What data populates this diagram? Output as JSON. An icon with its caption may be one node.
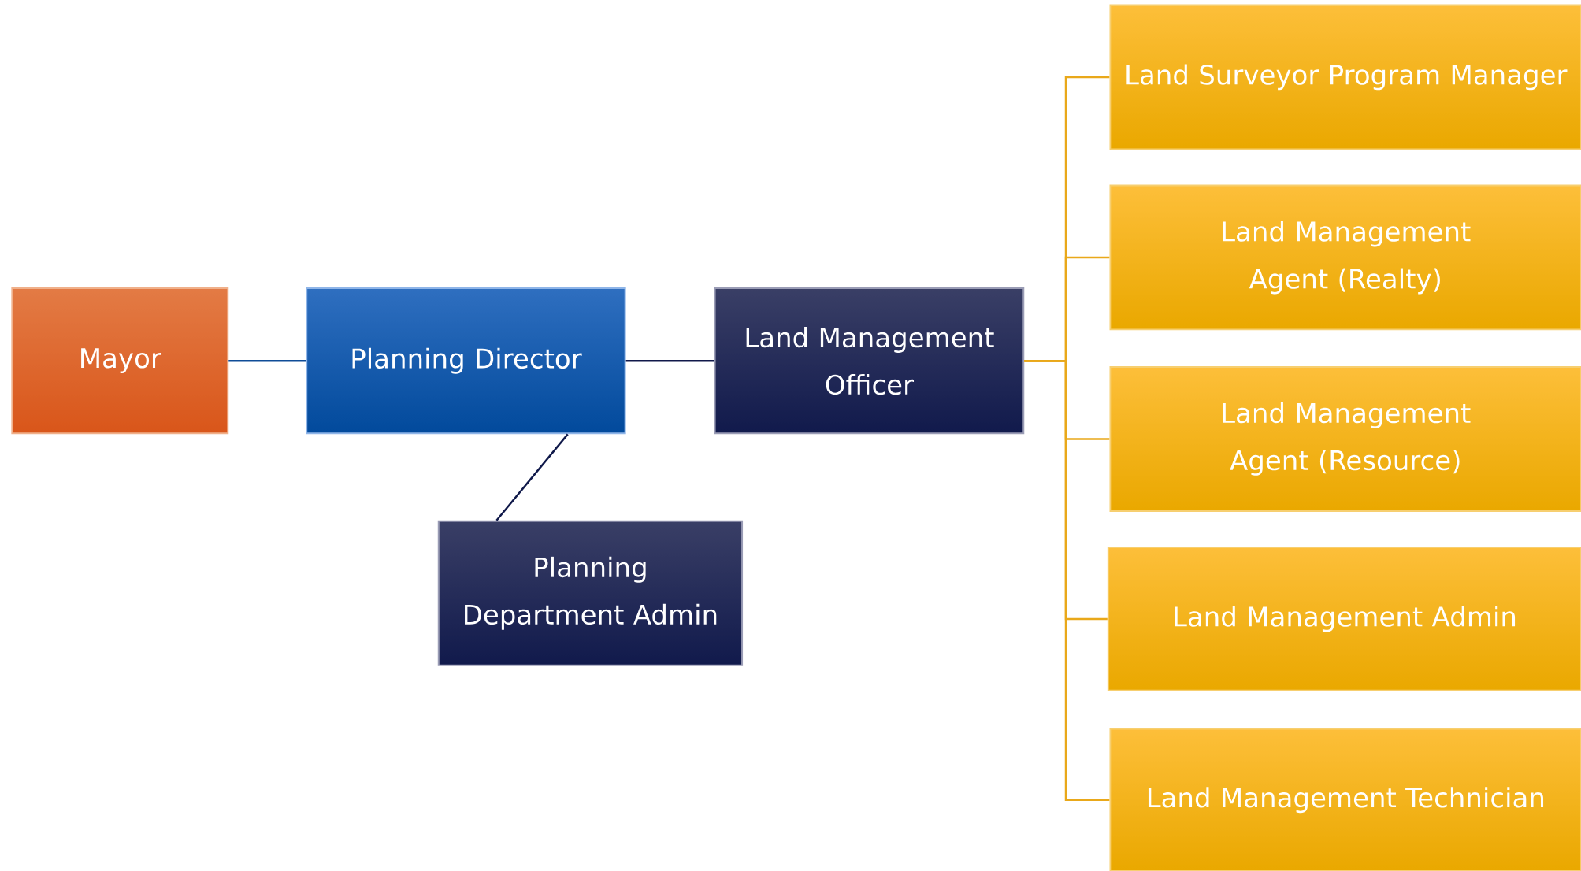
{
  "diagram": {
    "nodes": [
      {
        "text": [
          "Mayor"
        ]
      },
      {
        "text": [
          "Planning Director"
        ]
      },
      {
        "text": [
          "Land Management Officer"
        ]
      },
      {
        "text": [
          "Planning Department Admin"
        ]
      },
      {
        "text": [
          "Land Surveyor Program Manager"
        ]
      },
      {
        "text": [
          "Land Management Agent (Realty)"
        ]
      },
      {
        "text": [
          "Land Management Agent (Resource)"
        ]
      },
      {
        "text": [
          "Land Management Admin"
        ]
      },
      {
        "text": [
          "Land Management Technician"
        ]
      }
    ],
    "edges": [
      {
        "from": 0,
        "to": 1,
        "arrow": "none",
        "color": "#0f4c97"
      },
      {
        "from": 1,
        "to": 2,
        "arrow": "none",
        "color": "#10194a"
      },
      {
        "from": 1,
        "to": 3,
        "arrow": "none",
        "color": "#10194a"
      },
      {
        "from": 2,
        "to": 4,
        "arrow": "none"
      },
      {
        "from": 2,
        "to": 5,
        "arrow": "none"
      },
      {
        "from": 2,
        "to": 6,
        "arrow": "none"
      },
      {
        "from": 2,
        "to": 7,
        "arrow": "none"
      },
      {
        "from": 2,
        "to": 8,
        "arrow": "none"
      }
    ]
  }
}
